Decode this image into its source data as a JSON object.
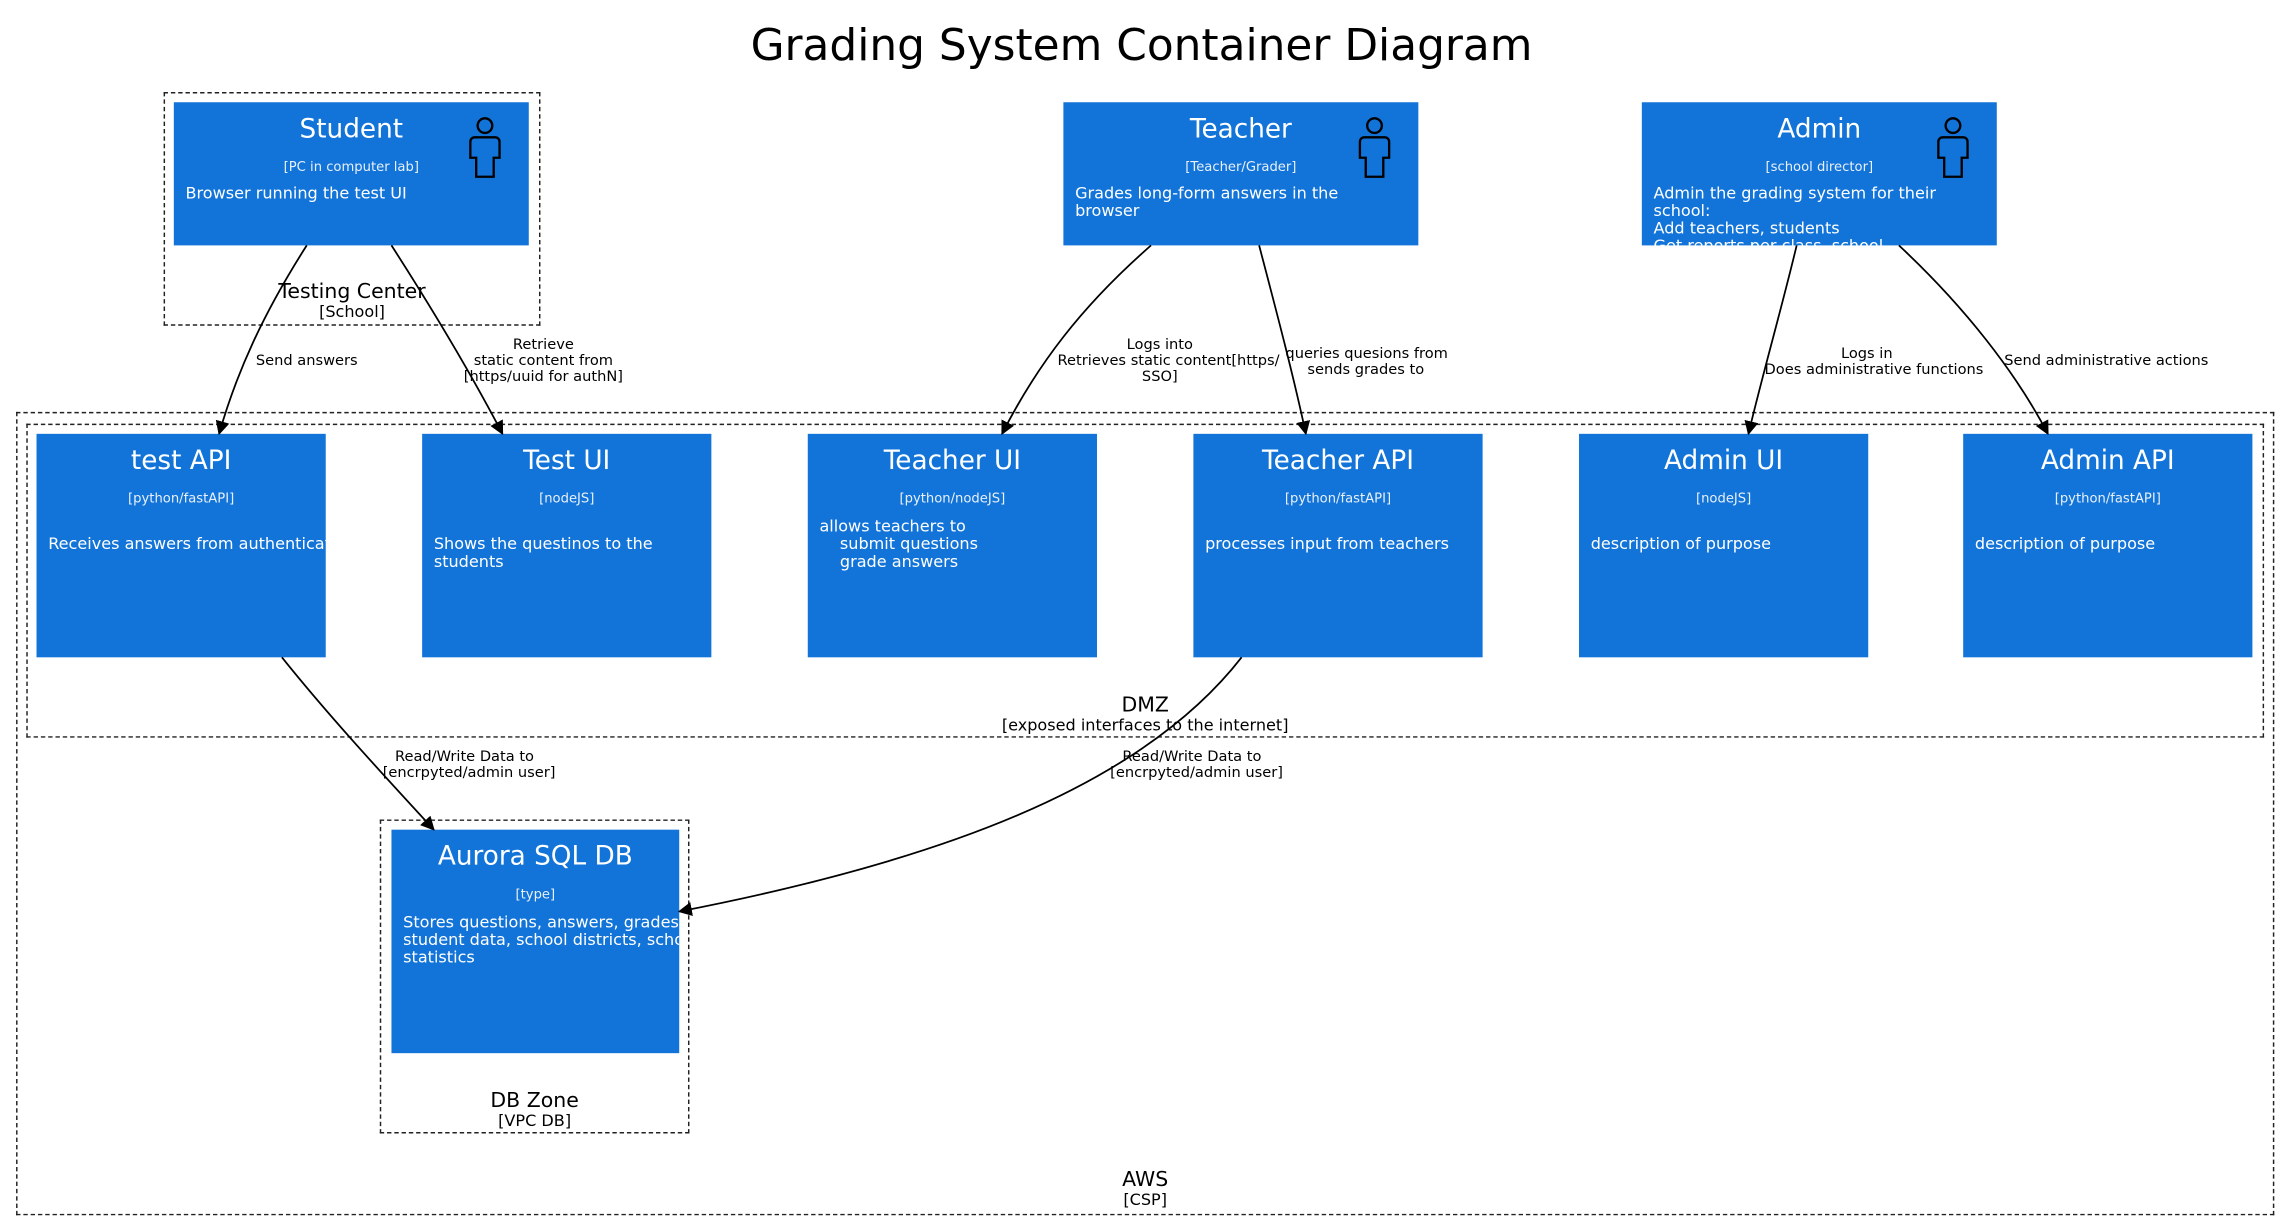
{
  "title": "Grading System Container Diagram",
  "colors": {
    "box": "#1274d8",
    "box_text": "#ffffff",
    "line": "#000000"
  },
  "boundaries": {
    "testing_center": {
      "name": "Testing Center",
      "type": "[School]"
    },
    "aws": {
      "name": "AWS",
      "type": "[CSP]"
    },
    "dmz": {
      "name": "DMZ",
      "type": "[exposed interfaces to the internet]"
    },
    "db_zone": {
      "name": "DB Zone",
      "type": "[VPC DB]"
    }
  },
  "persons": {
    "student": {
      "name": "Student",
      "tech": "[PC in computer lab]",
      "desc": "Browser running the test UI",
      "icon": "person-icon"
    },
    "teacher": {
      "name": "Teacher",
      "tech": "[Teacher/Grader]",
      "desc": "Grades long-form answers in the browser",
      "icon": "person-icon"
    },
    "admin": {
      "name": "Admin",
      "tech": "[school director]",
      "desc": "Admin the grading system for their school:\nAdd teachers, students\nGet reports per class, school",
      "icon": "person-icon"
    }
  },
  "containers": {
    "test_api": {
      "name": "test API",
      "tech": "[python/fastAPI]",
      "desc": "Receives answers from authenticated u"
    },
    "test_ui": {
      "name": "Test UI",
      "tech": "[nodeJS]",
      "desc": "Shows the questinos to the students"
    },
    "teacher_ui": {
      "name": "Teacher UI",
      "tech": "[python/nodeJS]",
      "desc": "allows teachers to\n    submit questions\n    grade answers"
    },
    "teacher_api": {
      "name": "Teacher API",
      "tech": "[python/fastAPI]",
      "desc": "processes input from teachers"
    },
    "admin_ui": {
      "name": "Admin UI",
      "tech": "[nodeJS]",
      "desc": "description of purpose"
    },
    "admin_api": {
      "name": "Admin API",
      "tech": "[python/fastAPI]",
      "desc": "description of purpose"
    },
    "aurora_db": {
      "name": "Aurora SQL DB",
      "tech": "[type]",
      "desc": "Stores questions, answers, grades,\nstudent data, school districts, schools,\nstatistics"
    }
  },
  "relations": [
    {
      "id": "student-testapi",
      "from": "Student",
      "to": "test API",
      "label": "Send answers"
    },
    {
      "id": "student-testui",
      "from": "Student",
      "to": "Test UI",
      "label": "Retrieve\nstatic content from\n[https/uuid for authN]"
    },
    {
      "id": "teacher-teacherui",
      "from": "Teacher",
      "to": "Teacher UI",
      "label": "Logs into\nRetrieves static content[https/\nSSO]"
    },
    {
      "id": "teacher-teacherapi",
      "from": "Teacher",
      "to": "Teacher API",
      "label": "queries quesions from\nsends grades to"
    },
    {
      "id": "admin-adminui",
      "from": "Admin",
      "to": "Admin UI",
      "label": "Logs in\nDoes administrative functions"
    },
    {
      "id": "admin-adminapi",
      "from": "Admin",
      "to": "Admin API",
      "label": "Send administrative actions"
    },
    {
      "id": "testapi-db",
      "from": "test API",
      "to": "Aurora SQL DB",
      "label": "Read/Write Data to\n[encrpyted/admin user]"
    },
    {
      "id": "teacherapi-db",
      "from": "Teacher API",
      "to": "Aurora SQL DB",
      "label": "Read/Write Data to\n[encrpyted/admin user]"
    }
  ]
}
